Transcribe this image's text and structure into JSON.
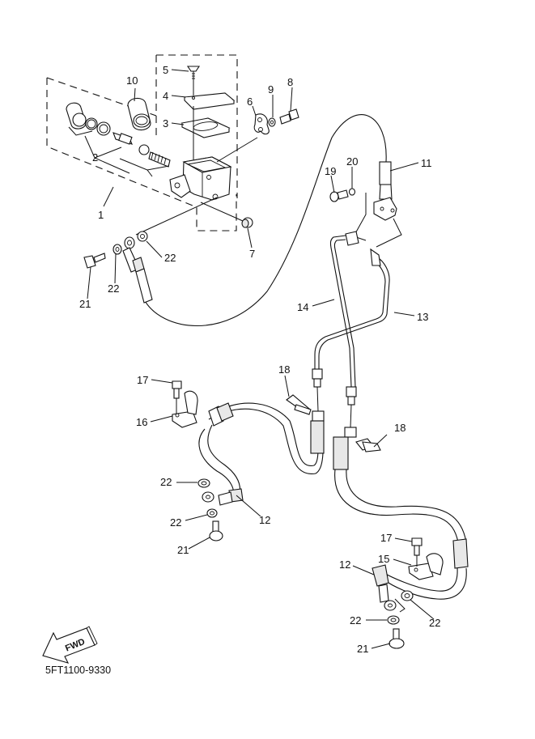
{
  "diagram": {
    "title": "Front Master Cylinder / Brake Hose Assembly",
    "code": "5FT1100-9330",
    "fwd_label": "FWD",
    "callouts": [
      {
        "id": "c1",
        "text": "1"
      },
      {
        "id": "c2",
        "text": "2"
      },
      {
        "id": "c3",
        "text": "3"
      },
      {
        "id": "c4",
        "text": "4"
      },
      {
        "id": "c5",
        "text": "5"
      },
      {
        "id": "c6",
        "text": "6"
      },
      {
        "id": "c7",
        "text": "7"
      },
      {
        "id": "c8",
        "text": "8"
      },
      {
        "id": "c9",
        "text": "9"
      },
      {
        "id": "c10",
        "text": "10"
      },
      {
        "id": "c11",
        "text": "11"
      },
      {
        "id": "c12a",
        "text": "12"
      },
      {
        "id": "c12b",
        "text": "12"
      },
      {
        "id": "c13",
        "text": "13"
      },
      {
        "id": "c14",
        "text": "14"
      },
      {
        "id": "c15",
        "text": "15"
      },
      {
        "id": "c16",
        "text": "16"
      },
      {
        "id": "c17a",
        "text": "17"
      },
      {
        "id": "c17b",
        "text": "17"
      },
      {
        "id": "c18a",
        "text": "18"
      },
      {
        "id": "c18b",
        "text": "18"
      },
      {
        "id": "c19",
        "text": "19"
      },
      {
        "id": "c20",
        "text": "20"
      },
      {
        "id": "c21a",
        "text": "21"
      },
      {
        "id": "c21b",
        "text": "21"
      },
      {
        "id": "c21c",
        "text": "21"
      },
      {
        "id": "c22a",
        "text": "22"
      },
      {
        "id": "c22b",
        "text": "22"
      },
      {
        "id": "c22c",
        "text": "22"
      },
      {
        "id": "c22d",
        "text": "22"
      },
      {
        "id": "c22e",
        "text": "22"
      },
      {
        "id": "c22f",
        "text": "22"
      }
    ]
  }
}
